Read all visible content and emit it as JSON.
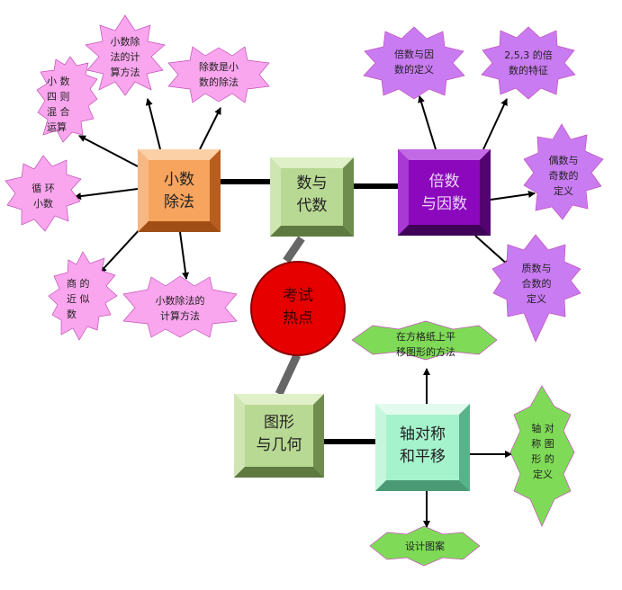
{
  "center": {
    "label": "考试\n热点"
  },
  "boxes": {
    "algebra": "数与\n代数",
    "decimal_div": "小数\n除法",
    "factors": "倍数\n与因数",
    "geometry": "图形\n与几何",
    "symmetry": "轴对称\n和平移"
  },
  "bursts": {
    "calc_method_top": "小数除\n法的计\n算方法",
    "divisor_decimal": "除数是小\n数的除法",
    "mixed_ops": "小  数\n四  则\n混  合\n运算",
    "recurring": "循  环\n小数",
    "approx_quotient": "商  的\n近  似\n数",
    "calc_method_bottom": "小数除法的\n计算方法",
    "factor_def": "倍数与因\n数的定义",
    "multiples_235": "2,5,3 的倍\n数的特征",
    "even_odd": "偶数与\n奇数的\n定义",
    "prime_composite": "质数与\n合数的\n定义",
    "grid_translate": "在方格纸上平\n移图形的方法",
    "axis_def": "轴  对\n称  图\n形  的\n定义",
    "design": "设计图案"
  },
  "colors": {
    "burst_pink": "#f9a6ee",
    "burst_purple": "#c97bf2",
    "burst_green": "#7fdb57",
    "box_orange": "#f7a261",
    "box_green": "#b3d68c",
    "box_purple": "#8a0ab8",
    "box_mint": "#9ef2c8",
    "center_red": "#e60000"
  }
}
